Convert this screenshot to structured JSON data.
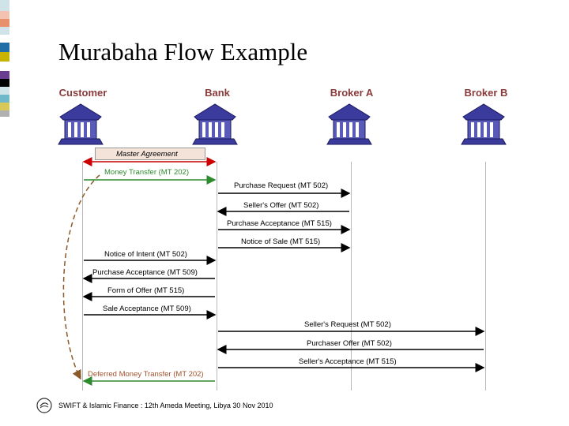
{
  "title": "Murabaha Flow Example",
  "parties": {
    "customer": "Customer",
    "bank": "Bank",
    "broker_a": "Broker A",
    "broker_b": "Broker B"
  },
  "master_agreement": "Master Agreement",
  "messages": {
    "m1": "Money Transfer (MT 202)",
    "m2": "Purchase Request (MT 502)",
    "m3": "Seller's Offer (MT 502)",
    "m4": "Purchase Acceptance (MT 515)",
    "m5": "Notice of Sale (MT 515)",
    "m6": "Notice of Intent (MT 502)",
    "m7": "Purchase Acceptance (MT 509)",
    "m8": "Form of Offer (MT 515)",
    "m9": "Sale Acceptance (MT 509)",
    "m10": "Seller's Request (MT 502)",
    "m11": "Purchaser Offer (MT 502)",
    "m12": "Seller's Acceptance (MT 515)",
    "m13": "Deferred Money Transfer (MT 202)"
  },
  "footer": "SWIFT & Islamic Finance : 12th Ameda Meeting, Libya 30 Nov 2010",
  "colors": {
    "stripes": [
      "#cfe3e8",
      "#f4c2b0",
      "#e8906c",
      "#1f6fa6",
      "#c8b400",
      "#6a3d91",
      "#000000",
      "#6fb7c9",
      "#d8c85a",
      "#b0b0b0"
    ],
    "party_label": "#8b3a3a",
    "green_arrow": "#2d8a2d",
    "red_arrow": "#cc0000",
    "bank_icon": "#3b3b9e"
  },
  "icons": [
    "bank-building-icon",
    "swift-logo-icon"
  ]
}
